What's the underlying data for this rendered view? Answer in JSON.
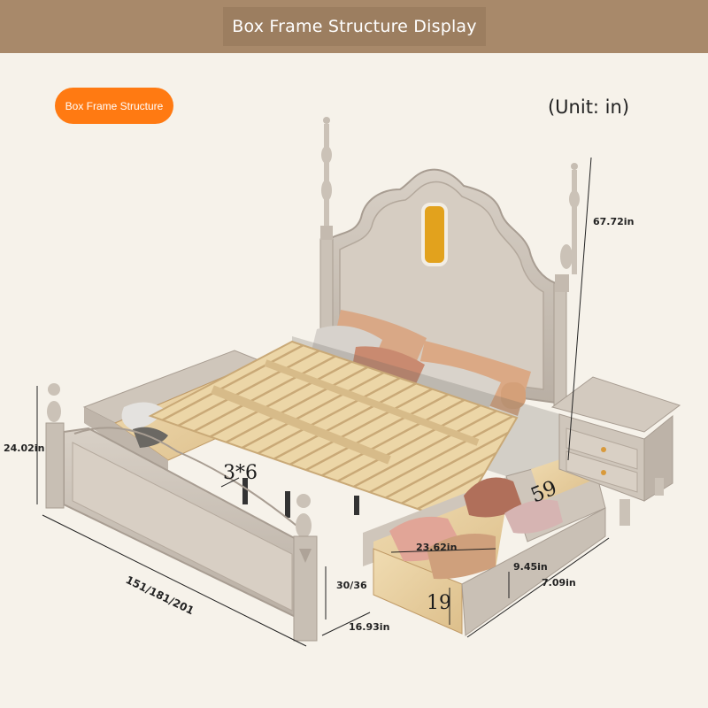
{
  "header": {
    "title": "Box Frame Structure Display"
  },
  "badge": {
    "label": "Box Frame Structure"
  },
  "unit": {
    "label": "(Unit: in)"
  },
  "dimensions": {
    "total_height": "67.72in",
    "footboard_height": "24.02in",
    "length": "151/181/201",
    "slat_size": "3*6",
    "drawer_length": "59",
    "drawer_inner_width": "23.62in",
    "drawer_depth_side": "9.45in",
    "drawer_height": "7.09in",
    "drawer_front_height": "19",
    "side_rail_height": "30/36",
    "drawer_front_depth": "16.93in"
  },
  "colors": {
    "bed_frame": "#cfc6bc",
    "wood": "#e8cf9f",
    "accent_orange": "#ff7a12",
    "header_bg": "#a8896a",
    "headboard_accent": "#e2a21d"
  }
}
